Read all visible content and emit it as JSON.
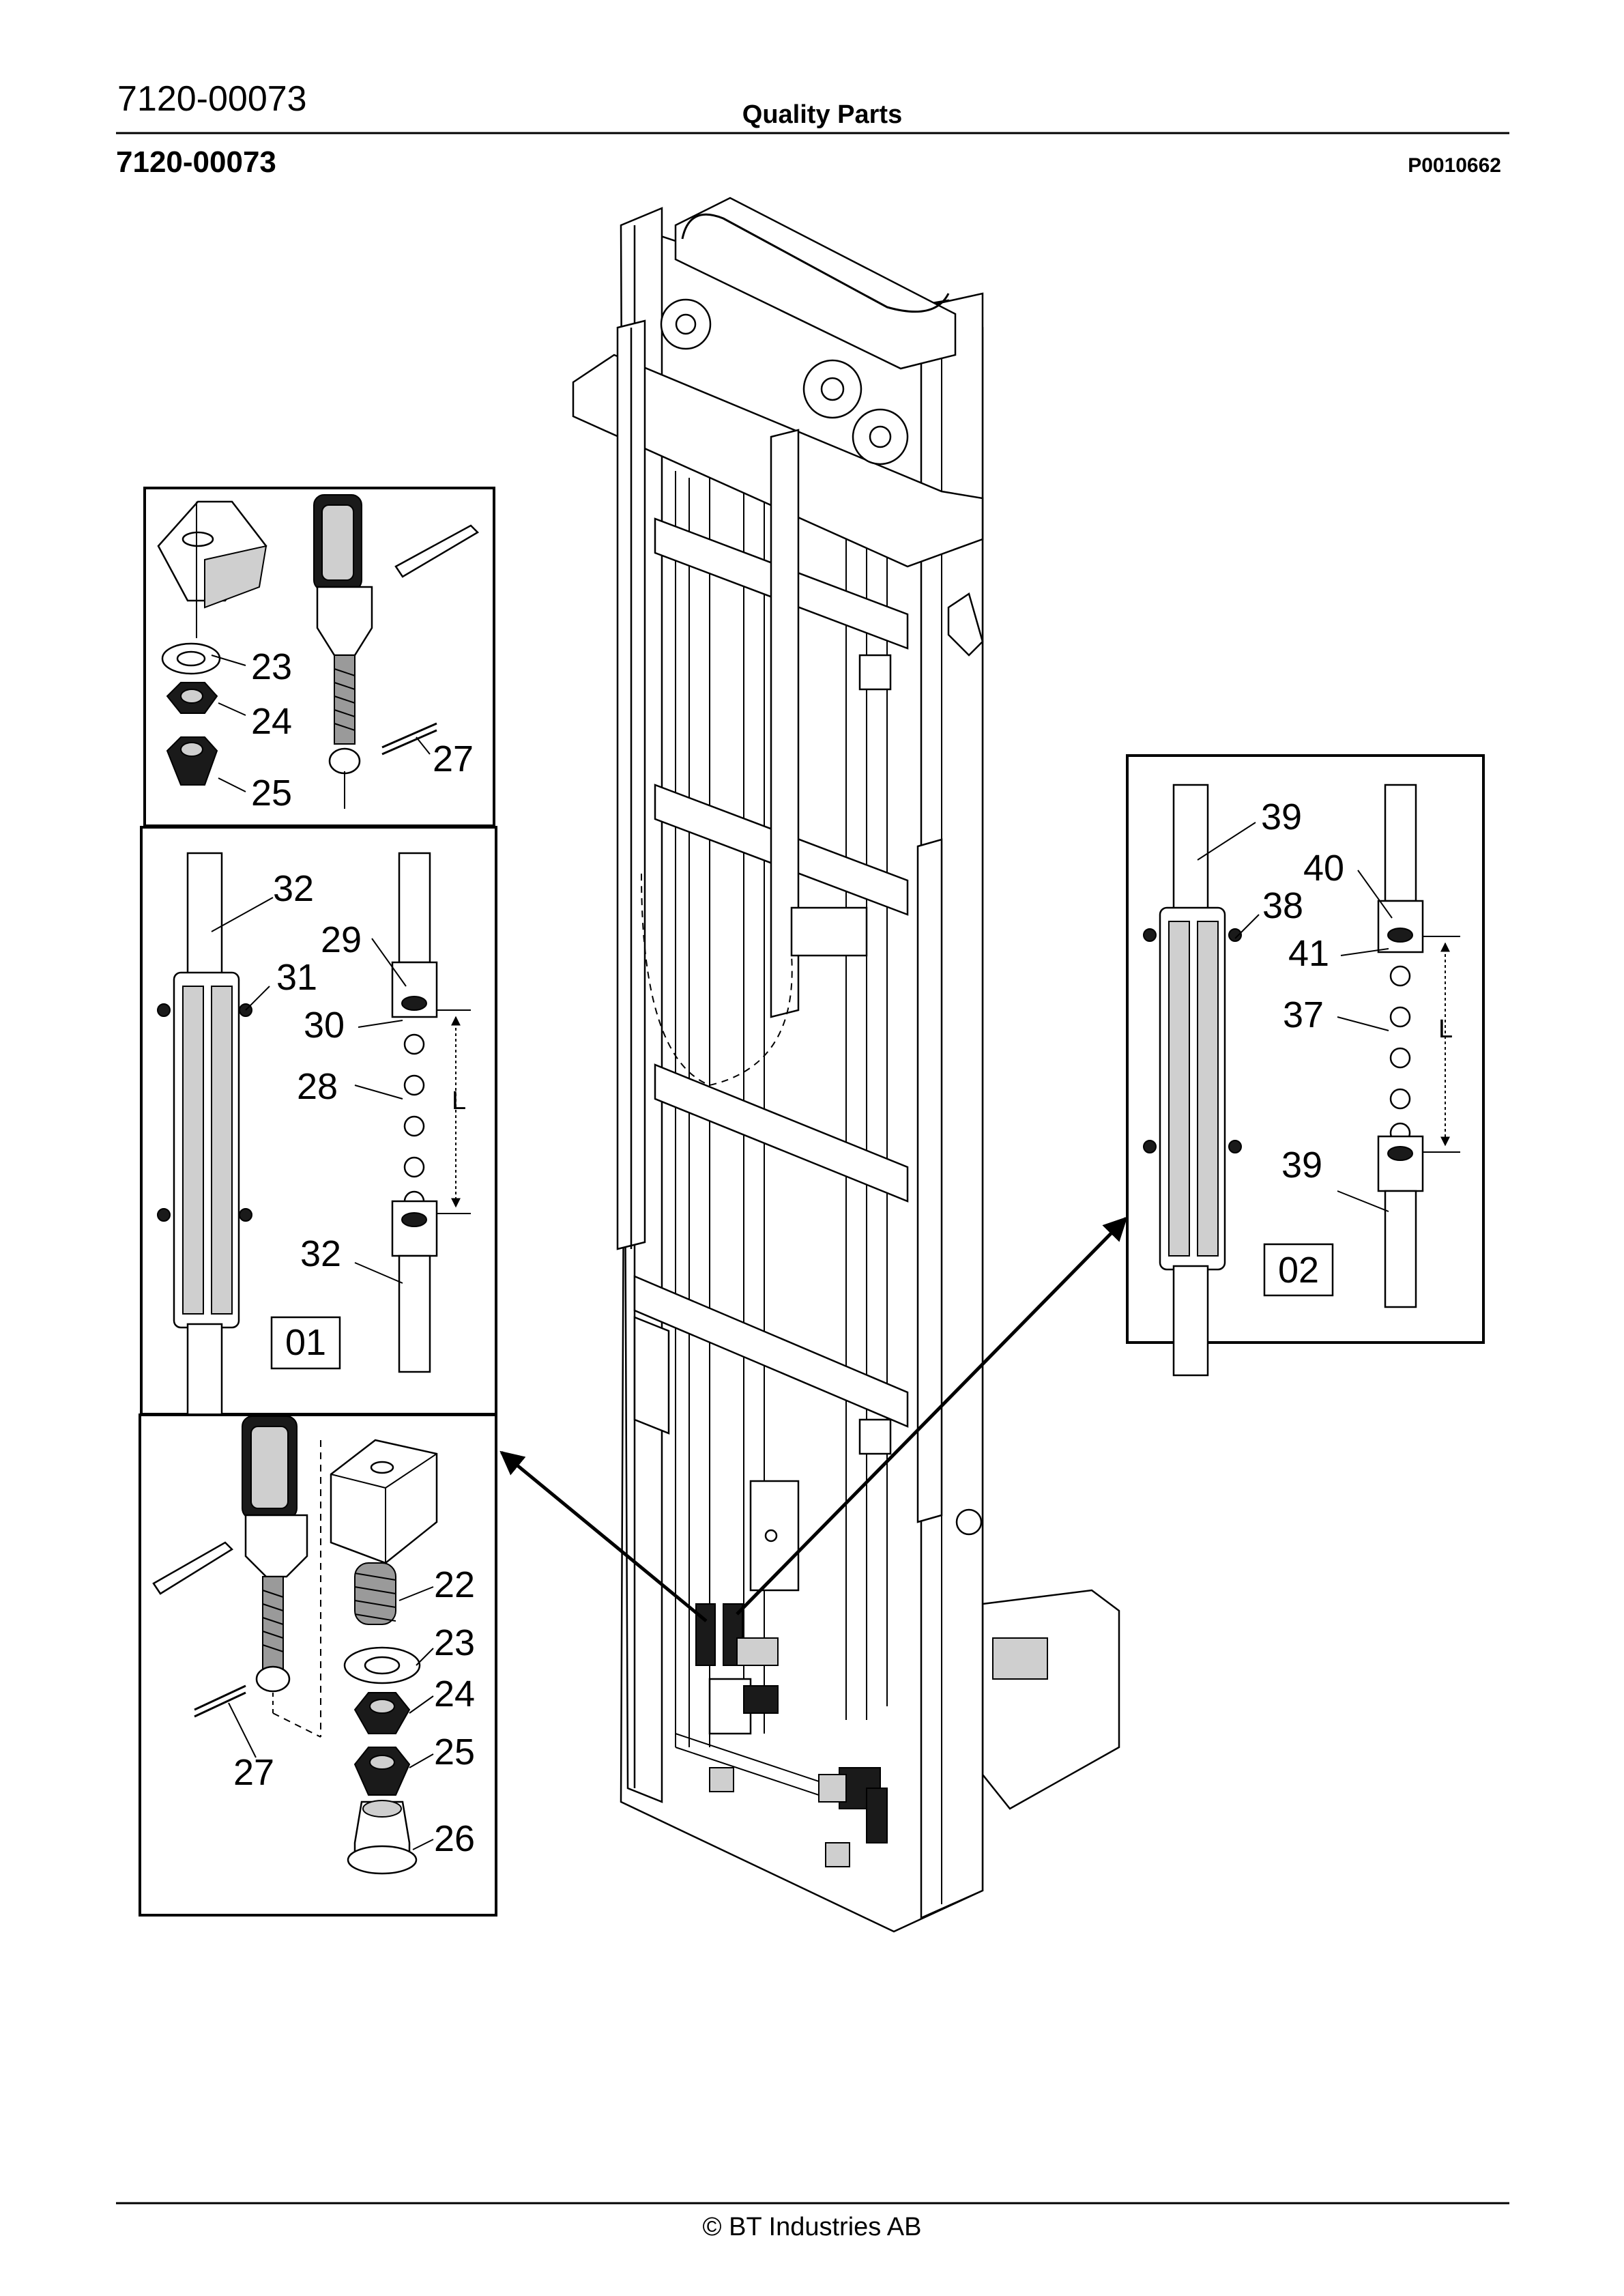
{
  "header": {
    "doc_number": "7120-00073",
    "center_title": "Quality Parts",
    "part_number": "7120-00073",
    "drawing_id": "P0010662"
  },
  "footer": {
    "copyright": "© BT Industries AB"
  },
  "callouts": {
    "top_left": [
      "23",
      "24",
      "25",
      "27"
    ],
    "chain_01": [
      "32",
      "29",
      "31",
      "30",
      "28",
      "32"
    ],
    "chain_01_length": "L",
    "chain_01_box": "01",
    "bottom_left": [
      "22",
      "23",
      "24",
      "25",
      "26",
      "27"
    ],
    "chain_02": [
      "39",
      "40",
      "38",
      "41",
      "37",
      "39"
    ],
    "chain_02_length": "L",
    "chain_02_box": "02"
  }
}
